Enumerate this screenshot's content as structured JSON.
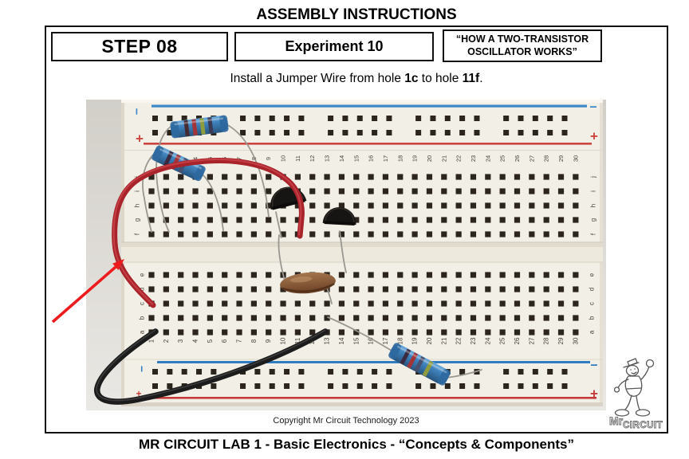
{
  "page": {
    "title": "ASSEMBLY INSTRUCTIONS",
    "footer_title": "MR CIRCUIT LAB 1 - Basic Electronics - “Concepts & Components”"
  },
  "header": {
    "step_label": "STEP 08",
    "experiment_label": "Experiment 10",
    "topic_line1": "“HOW A TWO-TRANSISTOR",
    "topic_line2": "OSCILLATOR WORKS”"
  },
  "instruction": {
    "prefix": "Install a Jumper Wire from hole ",
    "hole_from": "1c",
    "middle": " to hole ",
    "hole_to": "11f",
    "suffix": "."
  },
  "photo": {
    "copyright": "Copyright Mr Circuit Technology 2023",
    "breadboard": {
      "columns": 30,
      "upper_row_letters": [
        "j",
        "i",
        "h",
        "g",
        "f"
      ],
      "lower_row_letters": [
        "e",
        "d",
        "c",
        "b",
        "a"
      ],
      "rail_minus": "−",
      "rail_plus": "+"
    },
    "colors": {
      "photo_bg_top": "#d2cfc9",
      "photo_bg_bottom": "#eae8e4",
      "board": "#f2efe6",
      "hole": "#2b251e",
      "rail_blue": "#3c87c8",
      "rail_red": "#cc4440",
      "label_ink": "#453f35",
      "wire_red": "#a8232a",
      "wire_black": "#1c1c1c",
      "lead_gray": "#9a9792",
      "resistor_blue": "#3f82bd",
      "transistor_black": "#171513",
      "capacitor_brown": "#8a5536",
      "arrow_red": "#ec1b1e"
    }
  },
  "logo": {
    "mr": "Mr",
    "circuit": "CIRCUIT"
  }
}
